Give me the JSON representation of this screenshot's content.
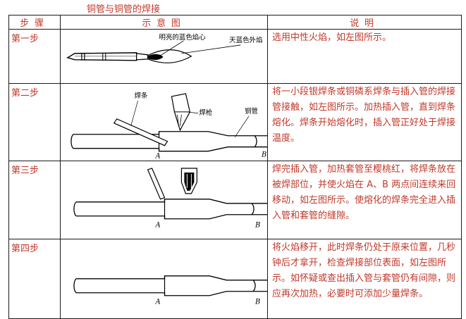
{
  "title": "铜管与铜管的焊接",
  "headers": {
    "step": "步骤",
    "figure": "示意图",
    "description": "说明"
  },
  "rows": [
    {
      "step": "第一步",
      "description": "选用中性火焰，如左图所示。",
      "figure_labels": {
        "inner": "明亮的蓝色焰心",
        "outer": "天蓝色外焰"
      }
    },
    {
      "step": "第二步",
      "description": "将一小段银焊条或铜磷系焊条与插入管的焊接管接触，如左图所示。加热插入管，直到焊条熔化。焊条开始熔化时，插入管正好处于焊接温度。",
      "figure_labels": {
        "rod": "焊条",
        "torch": "焊枪",
        "pipe": "铜管",
        "a": "A",
        "b": "B"
      }
    },
    {
      "step": "第三步",
      "description": "焊完插入管，加热套管至樱桃红，将焊条放在被焊部位，并使火焰在 A、B 两点间连续来回移动，如左图所示。使熔化的焊条完全进入插入管和套管的缝隙。",
      "figure_labels": {
        "a": "A",
        "b": "B"
      }
    },
    {
      "step": "第四步",
      "description": "将火焰移开，此时焊条仍处于原来位置，几秒钟后才拿开，检查焊接部位表面，如左图所示。如怀疑或查出插入管与套管仍有间隙，则应再次加热，必要时可添加少量焊条。",
      "figure_labels": {
        "a": "A",
        "b": "B"
      }
    }
  ]
}
